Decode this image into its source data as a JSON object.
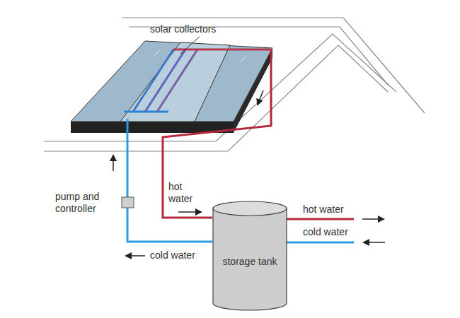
{
  "diagram": {
    "nodes": [
      {
        "text": [
          "storage tank"
        ]
      }
    ],
    "labels": [
      "solar collectors",
      "hot water",
      "hot water",
      "cold water",
      "cold water",
      "pump and controller"
    ]
  }
}
